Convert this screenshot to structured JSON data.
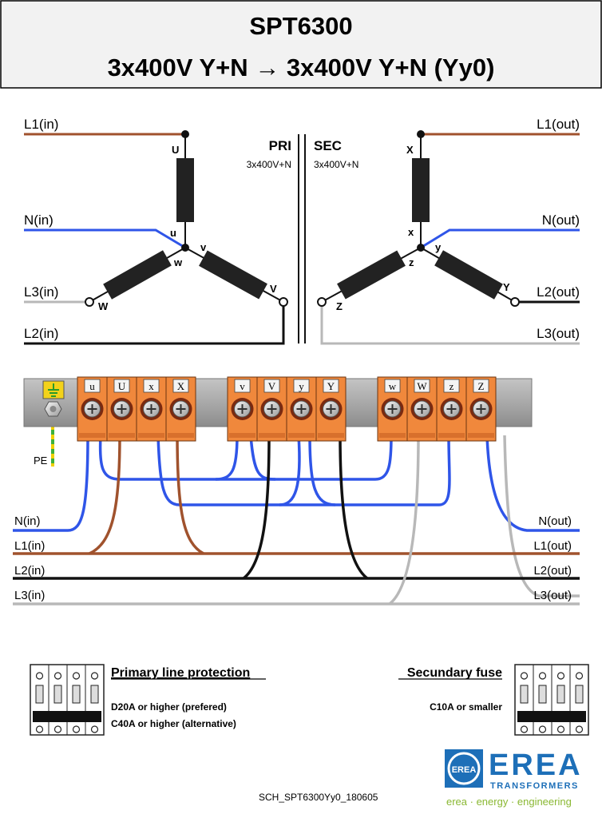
{
  "header": {
    "title": "SPT6300",
    "subtitle": "3x400V Y+N → 3x400V Y+N  (Yy0)"
  },
  "schematic": {
    "pri_label": "PRI",
    "pri_voltage": "3x400V+N",
    "sec_label": "SEC",
    "sec_voltage": "3x400V+N",
    "inputs": {
      "l1": "L1(in)",
      "n": "N(in)",
      "l3": "L3(in)",
      "l2": "L2(in)"
    },
    "outputs": {
      "l1": "L1(out)",
      "n": "N(out)",
      "l2": "L2(out)",
      "l3": "L3(out)"
    },
    "primary_nodes": {
      "U": "U",
      "u": "u",
      "v": "v",
      "w": "w",
      "V": "V",
      "W": "W"
    },
    "secondary_nodes": {
      "X": "X",
      "x": "x",
      "y": "y",
      "z": "z",
      "Y": "Y",
      "Z": "Z"
    }
  },
  "terminals": {
    "block1": [
      "u",
      "U",
      "x",
      "X"
    ],
    "block2": [
      "v",
      "V",
      "y",
      "Y"
    ],
    "block3": [
      "w",
      "W",
      "z",
      "Z"
    ],
    "pe_label": "PE"
  },
  "wiring": {
    "left": [
      "N(in)",
      "L1(in)",
      "L2(in)",
      "L3(in)"
    ],
    "right": [
      "N(out)",
      "L1(out)",
      "L2(out)",
      "L3(out)"
    ]
  },
  "protection": {
    "primary_title": "Primary line protection",
    "primary_line1": "D20A or higher (prefered)",
    "primary_line2": "C40A or higher (alternative)",
    "secondary_title": "Secundary fuse",
    "secondary_line1": "C10A or smaller"
  },
  "footer": {
    "doc_code": "SCH_SPT6300Yy0_180605",
    "brand_name": "EREA",
    "brand_sub": "TRANSFORMERS",
    "tagline": "erea · energy · engineering",
    "logo_mark": "EREA"
  },
  "colors": {
    "brown": "#a0522d",
    "blue": "#2f55e8",
    "grey": "#b8b8b8",
    "black": "#111111",
    "terminal_orange": "#f0883c",
    "rail_grey": "#a8a8a8",
    "brand_blue": "#1d6fb8",
    "tagline_green": "#8ab833"
  }
}
